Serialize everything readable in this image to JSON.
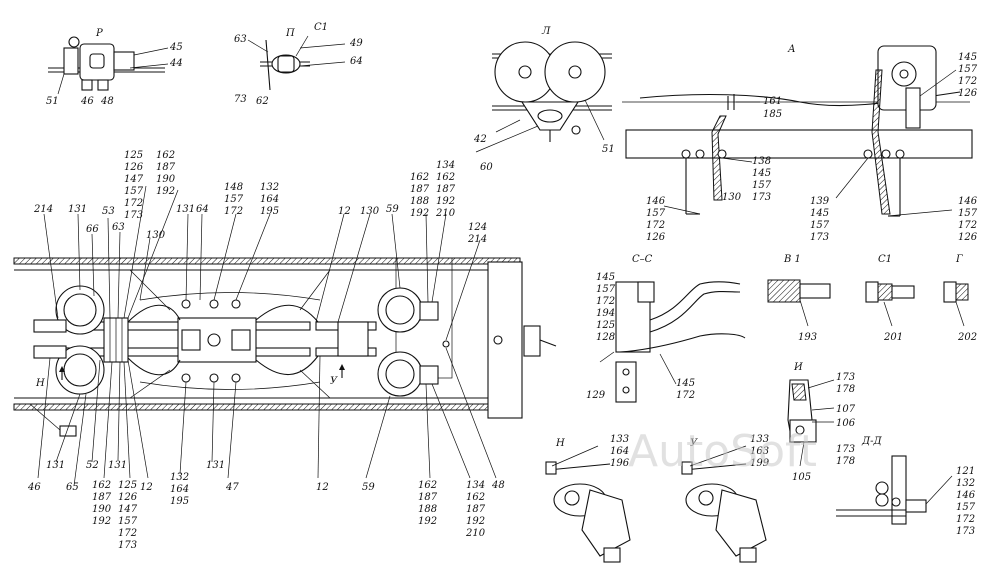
{
  "watermark": "AutoSoft",
  "views": {
    "R": {
      "title": "Р",
      "labels": [
        "45",
        "44",
        "51",
        "46",
        "48"
      ]
    },
    "P": {
      "title": "П",
      "labels": [
        "63",
        "73",
        "62",
        "49",
        "64"
      ]
    },
    "C1_top": {
      "title": "С1"
    },
    "L": {
      "title": "Л",
      "labels": [
        "42",
        "60",
        "51"
      ]
    },
    "A": {
      "title": "А",
      "labels": [
        "161",
        "185",
        "145",
        "157",
        "172",
        "126",
        "138",
        "145",
        "157",
        "173",
        "146",
        "157",
        "172",
        "126",
        "130",
        "139",
        "145",
        "157",
        "173",
        "146",
        "157",
        "172",
        "126"
      ]
    },
    "CC": {
      "title": "С–С",
      "labels": [
        "145",
        "157",
        "172",
        "194",
        "125",
        "128",
        "129",
        "145",
        "172"
      ]
    },
    "B1": {
      "title": "В 1",
      "labels": [
        "193"
      ]
    },
    "C1": {
      "title": "С1",
      "labels": [
        "201"
      ]
    },
    "G": {
      "title": "Г",
      "labels": [
        "202"
      ]
    },
    "I": {
      "title": "И",
      "labels": [
        "173",
        "178",
        "107",
        "106",
        "105",
        "173",
        "178"
      ]
    },
    "DD": {
      "title": "Д-Д",
      "labels": [
        "121",
        "132",
        "146",
        "157",
        "172",
        "173"
      ]
    },
    "N": {
      "title": "Н",
      "labels": [
        "133",
        "164",
        "196"
      ]
    },
    "U": {
      "title": "У",
      "labels": [
        "133",
        "163",
        "199"
      ]
    },
    "main": {
      "top_labels": [
        "214",
        "131",
        "66",
        "53",
        "63",
        "125",
        "126",
        "147",
        "157",
        "172",
        "173",
        "162",
        "187",
        "190",
        "192",
        "130",
        "131",
        "64",
        "148",
        "157",
        "172",
        "132",
        "164",
        "195",
        "12",
        "130",
        "59",
        "162",
        "187",
        "188",
        "192",
        "134",
        "162",
        "187",
        "192",
        "210",
        "124",
        "214"
      ],
      "bottom_labels": [
        "46",
        "131",
        "65",
        "52",
        "162",
        "187",
        "190",
        "192",
        "125",
        "126",
        "147",
        "157",
        "172",
        "173",
        "131",
        "12",
        "132",
        "164",
        "195",
        "131",
        "47",
        "12",
        "59",
        "162",
        "187",
        "188",
        "192",
        "134",
        "162",
        "187",
        "192",
        "210",
        "48"
      ],
      "markers": [
        "Н",
        "У"
      ]
    }
  }
}
